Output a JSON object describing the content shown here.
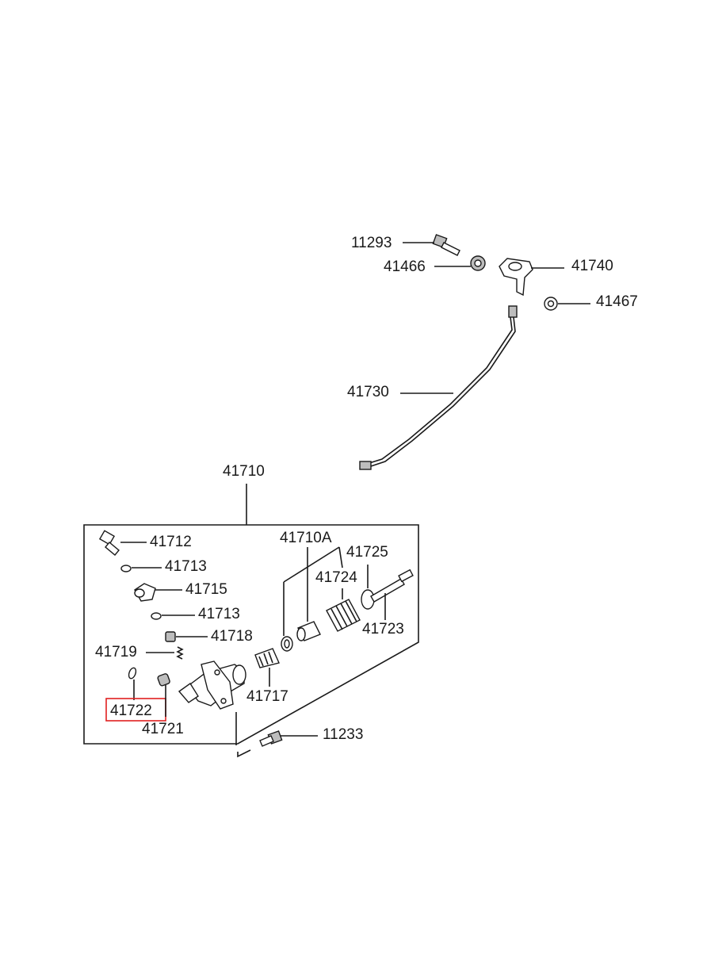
{
  "labels": {
    "p11293": "11293",
    "p41466": "41466",
    "p41740": "41740",
    "p41467": "41467",
    "p41730": "41730",
    "p41710": "41710",
    "p41712": "41712",
    "p41713a": "41713",
    "p41715": "41715",
    "p41713b": "41713",
    "p41718": "41718",
    "p41719": "41719",
    "p41722": "41722",
    "p41721": "41721",
    "p41717": "41717",
    "p41710A": "41710A",
    "p41725": "41725",
    "p41724": "41724",
    "p41723": "41723",
    "p11233": "11233"
  },
  "highlight": {
    "part": "41722",
    "color": "#e02020"
  }
}
